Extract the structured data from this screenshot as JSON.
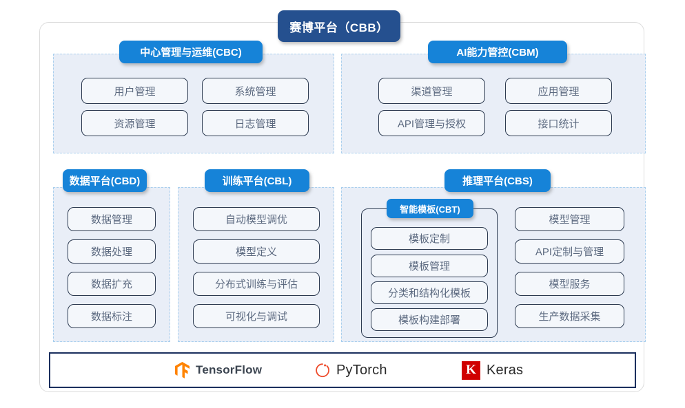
{
  "root": {
    "title": "赛博平台（CBB）"
  },
  "sections": [
    {
      "key": "cbc",
      "title": "中心管理与运维(CBC)",
      "items": [
        "用户管理",
        "系统管理",
        "资源管理",
        "日志管理"
      ]
    },
    {
      "key": "cbm",
      "title": "AI能力管控(CBM)",
      "items": [
        "渠道管理",
        "应用管理",
        "API管理与授权",
        "接口统计"
      ]
    },
    {
      "key": "cbd",
      "title": "数据平台(CBD)",
      "items": [
        "数据管理",
        "数据处理",
        "数据扩充",
        "数据标注"
      ]
    },
    {
      "key": "cbl",
      "title": "训练平台(CBL)",
      "items": [
        "自动模型调优",
        "模型定义",
        "分布式训练与评估",
        "可视化与调试"
      ]
    },
    {
      "key": "cbs",
      "title": "推理平台(CBS)",
      "items": [
        "模型管理",
        "API定制与管理",
        "模型服务",
        "生产数据采集"
      ],
      "sub": {
        "key": "cbt",
        "title": "智能模板(CBT)",
        "items": [
          "模板定制",
          "模板管理",
          "分类和结构化模板",
          "模板构建部署"
        ]
      }
    }
  ],
  "frameworks": [
    {
      "name": "TensorFlow",
      "icon": "tensorflow-logo"
    },
    {
      "name": "PyTorch",
      "icon": "pytorch-logo"
    },
    {
      "name": "Keras",
      "icon": "keras-logo",
      "mark": "K"
    }
  ],
  "colors": {
    "root_badge": "#25508f",
    "section_badge": "#1683d8",
    "panel_fill": "#e9eef7",
    "panel_border": "#a9cfee",
    "item_border": "#2c3a50",
    "item_text": "#5c6a80",
    "framework_border": "#1b2f5e",
    "tensorflow": "#ff8300",
    "pytorch": "#ee4c2c",
    "keras": "#d00000"
  }
}
